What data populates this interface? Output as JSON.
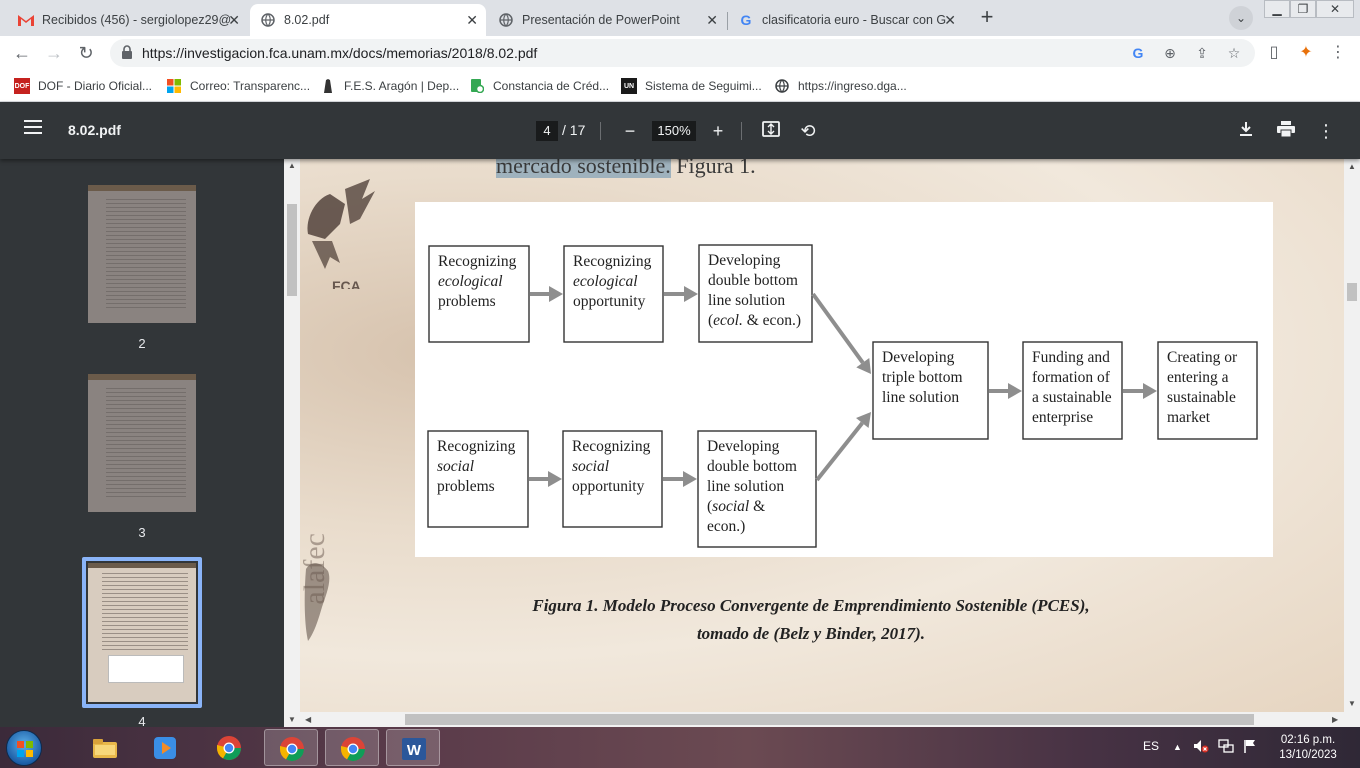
{
  "tabs": [
    {
      "title": "Recibidos (456) - sergiolopez29@",
      "icon": "gmail-icon"
    },
    {
      "title": "8.02.pdf",
      "icon": "globe-icon",
      "active": true
    },
    {
      "title": "Presentación de PowerPoint",
      "icon": "globe-icon"
    },
    {
      "title": "clasificatoria euro - Buscar con G",
      "icon": "google-icon"
    }
  ],
  "address": {
    "url": "https://investigacion.fca.unam.mx/docs/memorias/2018/8.02.pdf"
  },
  "bookmarks": [
    {
      "label": "DOF - Diario Oficial...",
      "badge": "DOF",
      "color": "#c5221f"
    },
    {
      "label": "Correo: Transparenc...",
      "badge": "",
      "color": "#f25022"
    },
    {
      "label": "F.E.S. Aragón | Dep...",
      "badge": "",
      "color": "#333333"
    },
    {
      "label": "Constancia de Créd...",
      "badge": "",
      "color": "#34a853"
    },
    {
      "label": "Sistema de Seguimi...",
      "badge": "UN",
      "color": "#1a1a1a"
    },
    {
      "label": "https://ingreso.dga...",
      "badge": "",
      "color": "#3c4043"
    }
  ],
  "pdf": {
    "filename": "8.02.pdf",
    "current_page": "4",
    "total_pages": "/ 17",
    "zoom": "150%"
  },
  "thumbnails": [
    {
      "page": "2"
    },
    {
      "page": "3"
    },
    {
      "page": "4"
    }
  ],
  "document": {
    "heading_highlighted": "mercado sostenible.",
    "heading_rest": " Figura 1.",
    "caption_line1": "Figura 1. Modelo Proceso Convergente de Emprendimiento Sostenible (PCES),",
    "caption_line2": "tomado de (Belz y Binder, 2017).",
    "watermark_text": "alafec"
  },
  "diagram": {
    "top_row": [
      [
        "Recognizing",
        "ecological",
        "problems"
      ],
      [
        "Recognizing",
        "ecological",
        "opportunity"
      ],
      [
        "Developing",
        "double bottom",
        "line solution",
        "(ecol. & econ.)"
      ]
    ],
    "bottom_row": [
      [
        "Recognizing",
        "social",
        "problems"
      ],
      [
        "Recognizing",
        "social",
        "opportunity"
      ],
      [
        "Developing",
        "double bottom",
        "line solution",
        "(social &",
        "econ.)"
      ]
    ],
    "right_row": [
      [
        "Developing",
        "triple bottom",
        "line solution"
      ],
      [
        "Funding and",
        "formation of",
        "a sustainable",
        "enterprise"
      ],
      [
        "Creating or",
        "entering a",
        "sustainable",
        "market"
      ]
    ]
  },
  "taskbar": {
    "language": "ES",
    "time": "02:16 p.m.",
    "date": "13/10/2023"
  }
}
